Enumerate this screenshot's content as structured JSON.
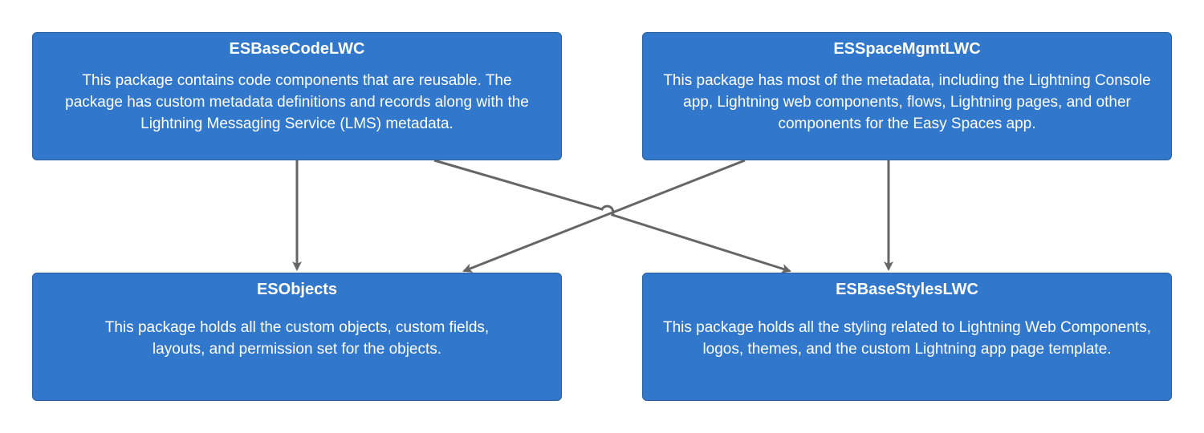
{
  "colors": {
    "node_fill": "#3178CC",
    "node_border": "#2C5F99",
    "node_text": "#ffffff",
    "connector": "#666666",
    "background": "#ffffff"
  },
  "nodes": {
    "es_base_code_lwc": {
      "title": "ESBaseCodeLWC",
      "description": "This package contains code components that are reusable. The package has custom metadata definitions and records along with the Lightning Messaging Service (LMS) metadata."
    },
    "es_space_mgmt_lwc": {
      "title": "ESSpaceMgmtLWC",
      "description": "This package has most of the metadata, including the Lightning Console app, Lightning web components, flows, Lightning pages, and other components for the Easy Spaces app."
    },
    "es_objects": {
      "title": "ESObjects",
      "description": "This package holds all the custom objects, custom fields, layouts, and permission set for the objects."
    },
    "es_base_styles_lwc": {
      "title": "ESBaseStylesLWC",
      "description": "This package holds all the styling related to Lightning Web Components, logos, themes, and the custom Lightning app page template."
    }
  },
  "edges": [
    {
      "from": "ESBaseCodeLWC",
      "to": "ESObjects"
    },
    {
      "from": "ESBaseCodeLWC",
      "to": "ESBaseStylesLWC"
    },
    {
      "from": "ESSpaceMgmtLWC",
      "to": "ESObjects"
    },
    {
      "from": "ESSpaceMgmtLWC",
      "to": "ESBaseStylesLWC"
    }
  ]
}
